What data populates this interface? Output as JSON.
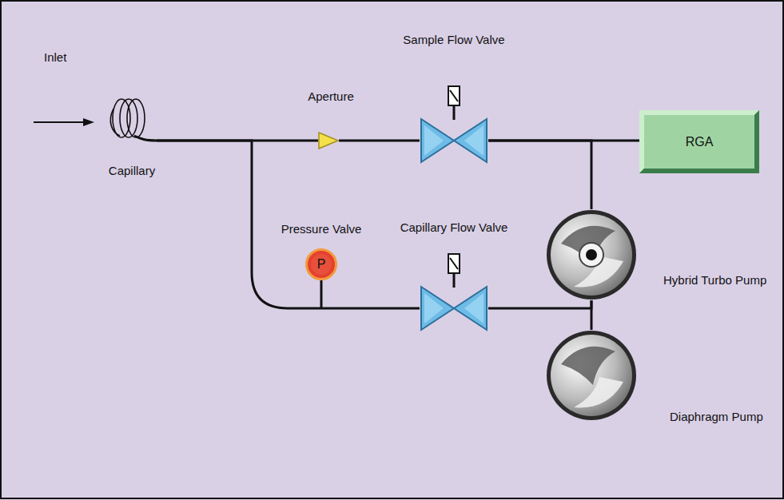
{
  "diagram": {
    "nodes": [
      {
        "text": [
          "Capillary"
        ]
      },
      {
        "text": [
          "Aperture"
        ]
      },
      {
        "text": [
          "Sample Flow Valve"
        ]
      },
      {
        "text": [
          "RGA"
        ]
      },
      {
        "text": [
          "Pressure Valve",
          "P"
        ]
      },
      {
        "text": [
          "Capillary Flow Valve"
        ]
      },
      {
        "text": [
          "Hybrid Turbo Pump"
        ]
      },
      {
        "text": [
          "Diaphragm Pump"
        ]
      }
    ],
    "edges": [
      {
        "from": 0,
        "to": 1,
        "arrow": "none"
      },
      {
        "from": 1,
        "to": 2,
        "arrow": "none"
      },
      {
        "from": 2,
        "to": 3,
        "arrow": "none"
      },
      {
        "from": 0,
        "to": 5,
        "arrow": "none"
      },
      {
        "from": 2,
        "to": 6,
        "arrow": "none"
      },
      {
        "from": 5,
        "to": 6,
        "arrow": "none"
      },
      {
        "from": 6,
        "to": 7,
        "arrow": "none"
      }
    ],
    "labels": [
      "Inlet"
    ]
  }
}
